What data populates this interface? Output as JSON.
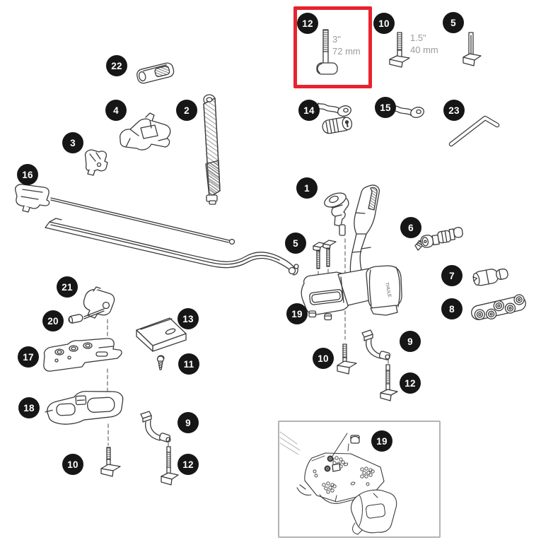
{
  "colors": {
    "highlight_red": "#e8232e",
    "badge_bg": "#161616",
    "badge_text": "#ffffff",
    "line": "#3a3a3a",
    "label_gray": "#9b9b9b",
    "inset_border": "#b3b3b3"
  },
  "highlight": {
    "part_number": "12"
  },
  "brand": {
    "logo": "THULE"
  },
  "size_labels": {
    "part12": {
      "inches": "3\"",
      "mm": "72 mm"
    },
    "part10": {
      "inches": "1.5\"",
      "mm": "40 mm"
    }
  },
  "badges": [
    {
      "n": "12"
    },
    {
      "n": "10"
    },
    {
      "n": "5"
    },
    {
      "n": "22"
    },
    {
      "n": "4"
    },
    {
      "n": "2"
    },
    {
      "n": "3"
    },
    {
      "n": "14"
    },
    {
      "n": "15"
    },
    {
      "n": "23"
    },
    {
      "n": "16"
    },
    {
      "n": "1"
    },
    {
      "n": "6"
    },
    {
      "n": "5"
    },
    {
      "n": "7"
    },
    {
      "n": "8"
    },
    {
      "n": "19"
    },
    {
      "n": "21"
    },
    {
      "n": "20"
    },
    {
      "n": "17"
    },
    {
      "n": "13"
    },
    {
      "n": "11"
    },
    {
      "n": "18"
    },
    {
      "n": "10"
    },
    {
      "n": "9"
    },
    {
      "n": "12"
    },
    {
      "n": "10"
    },
    {
      "n": "9"
    },
    {
      "n": "12"
    },
    {
      "n": "19"
    }
  ]
}
